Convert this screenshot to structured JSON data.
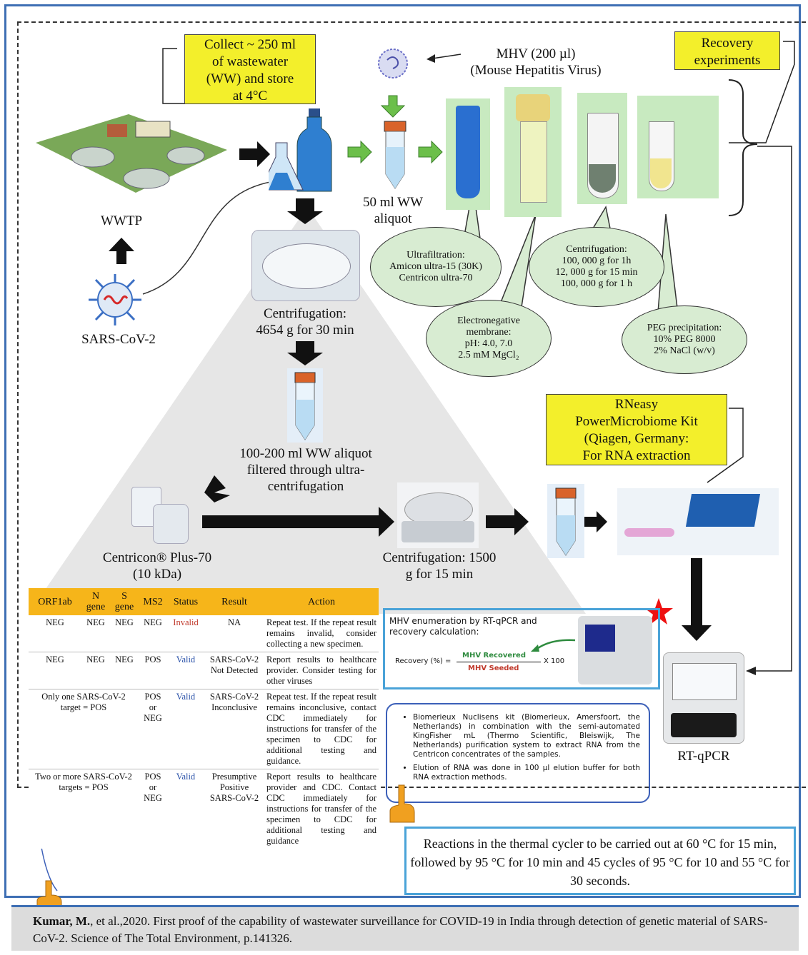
{
  "steps": {
    "collect": "Collect ~ 250 ml of wastewater (WW) and store at 4°C",
    "collect_lines": [
      "Collect ~ 250 ml",
      "of wastewater",
      "(WW) and store",
      "at 4°C"
    ],
    "mhv_lines": [
      "MHV (200 µl)",
      "(Mouse Hepatitis Virus)"
    ],
    "recovery_lines": [
      "Recovery",
      "experiments"
    ],
    "wwtp": "WWTP",
    "sars": "SARS-CoV-2",
    "aliquot50_lines": [
      "50 ml WW",
      "aliquot"
    ],
    "centrifugation1_lines": [
      "Centrifugation:",
      "4654 g for 30 min"
    ],
    "aliquot100_lines": [
      "100-200 ml WW aliquot",
      "filtered through ultra-",
      "centrifugation"
    ],
    "centricon_lines": [
      "Centricon® Plus-70",
      "(10 kDa)"
    ],
    "centrifugation2_lines": [
      "Centrifugation: 1500",
      "g for 15 min"
    ],
    "rneasy_lines": [
      "RNeasy",
      "PowerMicrobiome Kit",
      "(Qiagen, Germany:",
      "For RNA extraction"
    ],
    "rtqpcr": "RT-qPCR"
  },
  "bubbles": {
    "ultrafiltration": [
      "Ultrafiltration:",
      "Amicon ultra-15 (30K)",
      "Centricon ultra-70"
    ],
    "electronegative": [
      "Electronegative",
      "membrane:",
      "pH: 4.0, 7.0",
      "2.5 mM MgCl₂"
    ],
    "centrifugation": [
      "Centrifugation:",
      "100, 000 g for 1h",
      "12, 000 g for 15 min",
      "100, 000 g for 1 h"
    ],
    "peg": [
      "PEG precipitation:",
      "10% PEG 8000",
      "2% NaCl (w/v)"
    ]
  },
  "mhv_calc": {
    "title_lines": [
      "MHV enumeration by RT-qPCR and",
      "recovery calculation:"
    ],
    "lhs": "Recovery (%) =",
    "numerator": "MHV Recovered",
    "denominator": "MHV Seeded",
    "multiplier": "X 100"
  },
  "table": {
    "headers": [
      "ORF1ab",
      "N gene",
      "S gene",
      "MS2",
      "Status",
      "Result",
      "Action"
    ],
    "rows": [
      {
        "orf": "NEG",
        "n": "NEG",
        "s": "NEG",
        "ms2": "NEG",
        "status": "Invalid",
        "result": "NA",
        "action": "Repeat test. If the repeat result remains invalid, consider collecting a new specimen."
      },
      {
        "orf": "NEG",
        "n": "NEG",
        "s": "NEG",
        "ms2": "POS",
        "status": "Valid",
        "result": "SARS-CoV-2 Not Detected",
        "action": "Report results to healthcare provider. Consider testing for other viruses"
      },
      {
        "orf": "Only one SARS-CoV-2 target = POS",
        "n": "",
        "s": "",
        "ms2": "POS or NEG",
        "status": "Valid",
        "result": "SARS-CoV-2 Inconclusive",
        "action": "Repeat test. If the repeat result remains inconclusive, contact CDC immediately for instructions for transfer of the specimen to CDC for additional testing and guidance."
      },
      {
        "orf": "Two or more SARS-CoV-2 targets = POS",
        "n": "",
        "s": "",
        "ms2": "POS or NEG",
        "status": "Valid",
        "result": "Presumptive Positive SARS-CoV-2",
        "action": "Report results to healthcare provider and CDC. Contact CDC immediately for instructions for transfer of the specimen to CDC for additional testing and guidance"
      }
    ]
  },
  "notes": [
    "Biomerieux Nuclisens kit (Biomerieux, Amersfoort, the Netherlands) in combination with the semi-automated KingFisher mL (Thermo Scientific, Bleiswijk, The Netherlands) purification system to extract RNA from the Centricon concentrates of the samples.",
    "Elution of RNA was done in 100 µl elution buffer for both RNA extraction methods."
  ],
  "reactions": "Reactions in the thermal cycler to be carried out at 60 °C for 15 min, followed by 95 °C for 10 min and 45 cycles of 95 °C for 10 and 55 °C for 30 seconds.",
  "citation": {
    "author": "Kumar, M.",
    "rest": ", et al.,2020. First proof of the capability of wastewater surveillance for COVID-19 in India through detection of genetic material of SARS-CoV-2. Science of The Total Environment, p.141326."
  },
  "colors": {
    "frame": "#3e6fb4",
    "yellow_box": "#f3ef2b",
    "bubble": "#d8ecd2",
    "table_header": "#f6b51a",
    "green_arrow": "#6cbf4a"
  }
}
